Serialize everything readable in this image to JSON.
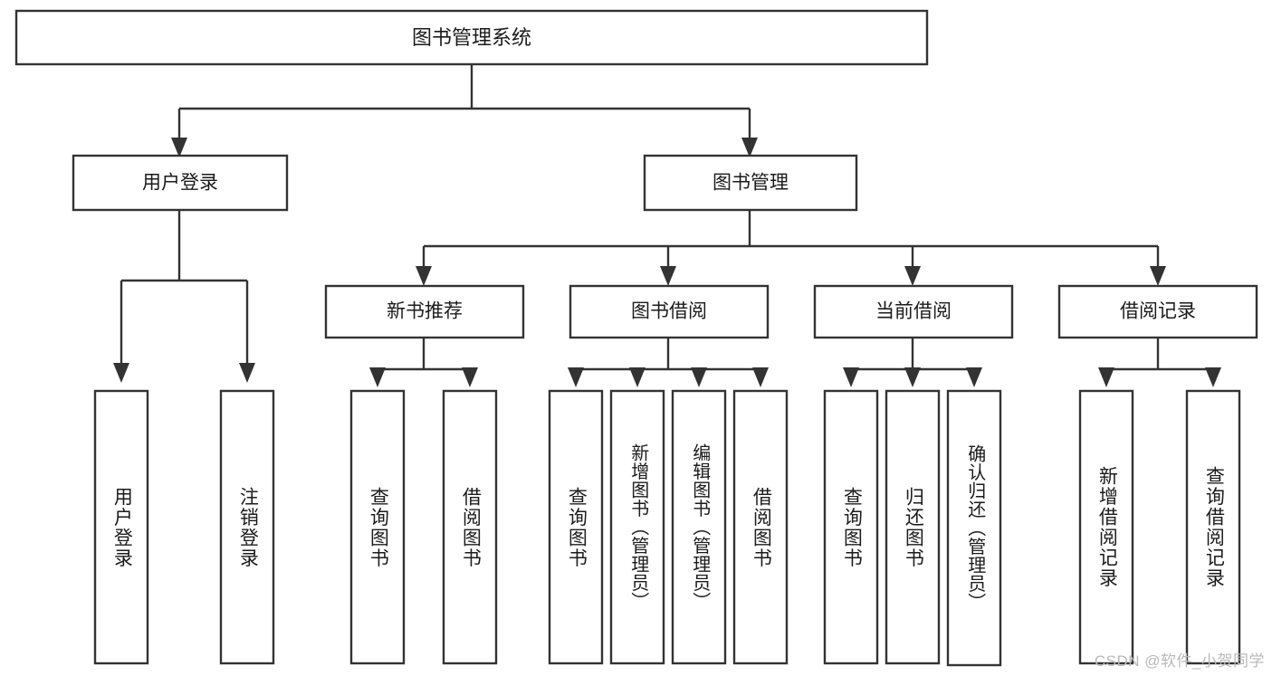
{
  "diagram": {
    "type": "tree-hierarchy-diagram",
    "title": "图书管理系统",
    "watermark": "CSDN @软件_小贺同学",
    "colors": {
      "stroke": "#333333",
      "box_fill": "#ffffff",
      "text": "#1b1b1b",
      "background": "#ffffff",
      "watermark": "#b9b9b9"
    },
    "levels": [
      {
        "level": 1,
        "nodes": [
          {
            "id": "root",
            "label": "图书管理系统",
            "orientation": "horizontal"
          }
        ]
      },
      {
        "level": 2,
        "nodes": [
          {
            "id": "user-login",
            "label": "用户登录",
            "orientation": "horizontal",
            "parent": "root"
          },
          {
            "id": "book-management",
            "label": "图书管理",
            "orientation": "horizontal",
            "parent": "root"
          }
        ]
      },
      {
        "level": 3,
        "nodes": [
          {
            "id": "new-book-recommend",
            "label": "新书推荐",
            "orientation": "horizontal",
            "parent": "book-management"
          },
          {
            "id": "book-borrow",
            "label": "图书借阅",
            "orientation": "horizontal",
            "parent": "book-management"
          },
          {
            "id": "current-borrow",
            "label": "当前借阅",
            "orientation": "horizontal",
            "parent": "book-management"
          },
          {
            "id": "borrow-record",
            "label": "借阅记录",
            "orientation": "horizontal",
            "parent": "book-management"
          }
        ]
      },
      {
        "level": 4,
        "nodes": [
          {
            "id": "leaf-user-login",
            "label": "用户登录",
            "orientation": "vertical",
            "parent": "user-login"
          },
          {
            "id": "leaf-logout-login",
            "label": "注销登录",
            "orientation": "vertical",
            "parent": "user-login"
          },
          {
            "id": "leaf-query-book-1",
            "label": "查询图书",
            "orientation": "vertical",
            "parent": "new-book-recommend"
          },
          {
            "id": "leaf-borrow-book-1",
            "label": "借阅图书",
            "orientation": "vertical",
            "parent": "new-book-recommend"
          },
          {
            "id": "leaf-query-book-2",
            "label": "查询图书",
            "orientation": "vertical",
            "parent": "book-borrow"
          },
          {
            "id": "leaf-add-book",
            "label": "新增图书（管理员）",
            "orientation": "vertical",
            "parent": "book-borrow"
          },
          {
            "id": "leaf-edit-book",
            "label": "编辑图书（管理员）",
            "orientation": "vertical",
            "parent": "book-borrow"
          },
          {
            "id": "leaf-borrow-book-2",
            "label": "借阅图书",
            "orientation": "vertical",
            "parent": "book-borrow"
          },
          {
            "id": "leaf-query-book-3",
            "label": "查询图书",
            "orientation": "vertical",
            "parent": "current-borrow"
          },
          {
            "id": "leaf-return-book",
            "label": "归还图书",
            "orientation": "vertical",
            "parent": "current-borrow"
          },
          {
            "id": "leaf-confirm-return",
            "label": "确认归还（管理员）",
            "orientation": "vertical",
            "parent": "current-borrow"
          },
          {
            "id": "leaf-add-record",
            "label": "新增借阅记录",
            "orientation": "vertical",
            "parent": "borrow-record"
          },
          {
            "id": "leaf-query-record",
            "label": "查询借阅记录",
            "orientation": "vertical",
            "parent": "borrow-record"
          }
        ]
      }
    ],
    "labels": {
      "root": "图书管理系统",
      "user_login": "用户登录",
      "book_management": "图书管理",
      "new_book_recommend": "新书推荐",
      "book_borrow": "图书借阅",
      "current_borrow": "当前借阅",
      "borrow_record": "借阅记录",
      "leaf_user_login": "用户登录",
      "leaf_logout_login": "注销登录",
      "leaf_query_book_1": "查询图书",
      "leaf_borrow_book_1": "借阅图书",
      "leaf_query_book_2": "查询图书",
      "leaf_add_book": "新增图书（管理员）",
      "leaf_edit_book": "编辑图书（管理员）",
      "leaf_borrow_book_2": "借阅图书",
      "leaf_query_book_3": "查询图书",
      "leaf_return_book": "归还图书",
      "leaf_confirm_return": "确认归还（管理员）",
      "leaf_add_record": "新增借阅记录",
      "leaf_query_record": "查询借阅记录"
    }
  }
}
